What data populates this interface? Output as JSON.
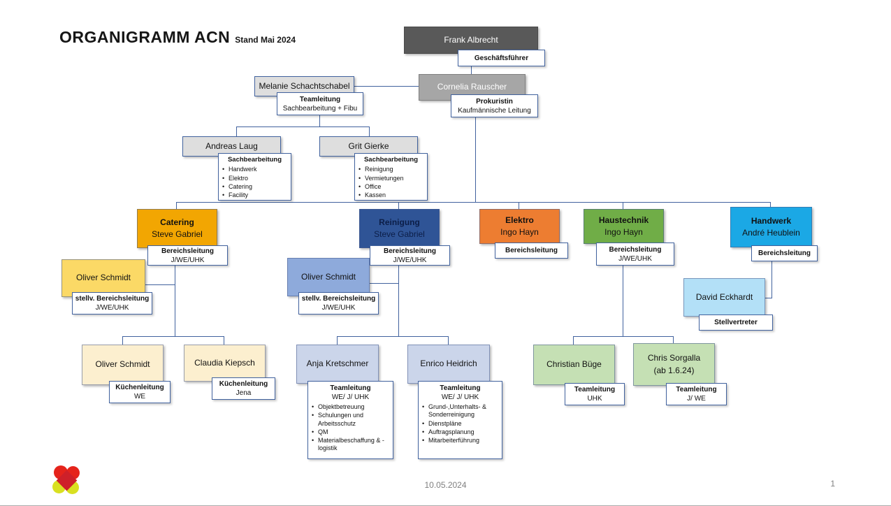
{
  "title": {
    "main": "ORGANIGRAMM ACN",
    "sub": "Stand Mai 2024"
  },
  "footer": {
    "date": "10.05.2024",
    "page": "1"
  },
  "colors": {
    "connector": "#41629E",
    "label_border": "#41629E",
    "frank_bg": "#595959",
    "cornelia_bg": "#A6A6A6",
    "gray_bg": "#DEDEDE",
    "catering_bg": "#F2A602",
    "reinigung_bg": "#2F5496",
    "elektro_bg": "#ED7D31",
    "haustechnik_bg": "#70AD47",
    "handwerk_bg": "#1BA8E5",
    "oliver_yellow_bg": "#FBD966",
    "oliver_blue_bg": "#8EAADB",
    "david_bg": "#B3E0F7",
    "cream_bg": "#FCEFCF",
    "teamlead_blue_bg": "#CBD5EA",
    "teamlead_green_bg": "#C5E0B4",
    "logo_red": "#E5231B",
    "logo_yellow": "#D9E021"
  },
  "nodes": {
    "frank": {
      "name": "Frank Albrecht",
      "role": "Geschäftsführer"
    },
    "melanie": {
      "name": "Melanie Schachtschabel",
      "role": "Teamleitung",
      "detail": "Sachbearbeitung + Fibu"
    },
    "cornelia": {
      "name": "Cornelia Rauscher",
      "role": "Prokuristin",
      "detail": "Kaufmännische Leitung"
    },
    "andreas": {
      "name": "Andreas Laug",
      "role": "Sachbearbeitung",
      "duties": [
        "Handwerk",
        "Elektro",
        "Catering",
        "Facility"
      ]
    },
    "grit": {
      "name": "Grit Gierke",
      "role": "Sachbearbeitung",
      "duties": [
        "Reinigung",
        "Vermietungen",
        "Office",
        "Kassen"
      ]
    },
    "catering": {
      "dept": "Catering",
      "name": "Steve Gabriel",
      "role": "Bereichsleitung",
      "detail": "J/WE/UHK"
    },
    "reinigung": {
      "dept": "Reinigung",
      "name": "Steve Gabriel",
      "role": "Bereichsleitung",
      "detail": "J/WE/UHK"
    },
    "elektro": {
      "dept": "Elektro",
      "name": "Ingo Hayn",
      "role": "Bereichsleitung"
    },
    "haustechnik": {
      "dept": "Haustechnik",
      "name": "Ingo Hayn",
      "role": "Bereichsleitung",
      "detail": "J/WE/UHK"
    },
    "handwerk": {
      "dept": "Handwerk",
      "name": "André Heublein",
      "role": "Bereichsleitung"
    },
    "oliver_catering": {
      "name": "Oliver Schmidt",
      "role": "stellv. Bereichsleitung",
      "detail": "J/WE/UHK"
    },
    "oliver_reinigung": {
      "name": "Oliver Schmidt",
      "role": "stellv. Bereichsleitung",
      "detail": "J/WE/UHK"
    },
    "david": {
      "name": "David Eckhardt",
      "role": "Stellvertreter"
    },
    "oliver_kueche": {
      "name": "Oliver Schmidt",
      "role": "Küchenleitung",
      "detail": "WE"
    },
    "claudia": {
      "name": "Claudia Kiepsch",
      "role": "Küchenleitung",
      "detail": "Jena"
    },
    "anja": {
      "name": "Anja Kretschmer",
      "role": "Teamleitung",
      "detail": "WE/ J/ UHK",
      "duties": [
        "Objektbetreuung",
        "Schulungen und Arbeitsschutz",
        "QM",
        "Materialbeschaffung  &  -logistik"
      ]
    },
    "enrico": {
      "name": "Enrico Heidrich",
      "role": "Teamleitung",
      "detail": "WE/ J/ UHK",
      "duties": [
        "Grund-,Unterhalts- & Sonderreinigung",
        "Dienstpläne",
        "Auftragsplanung",
        "Mitarbeiterführung"
      ]
    },
    "christian": {
      "name": "Christian Büge",
      "role": "Teamleitung",
      "detail": "UHK"
    },
    "chris": {
      "name": "Chris Sorgalla",
      "note": "(ab 1.6.24)",
      "role": "Teamleitung",
      "detail": "J/ WE"
    }
  }
}
